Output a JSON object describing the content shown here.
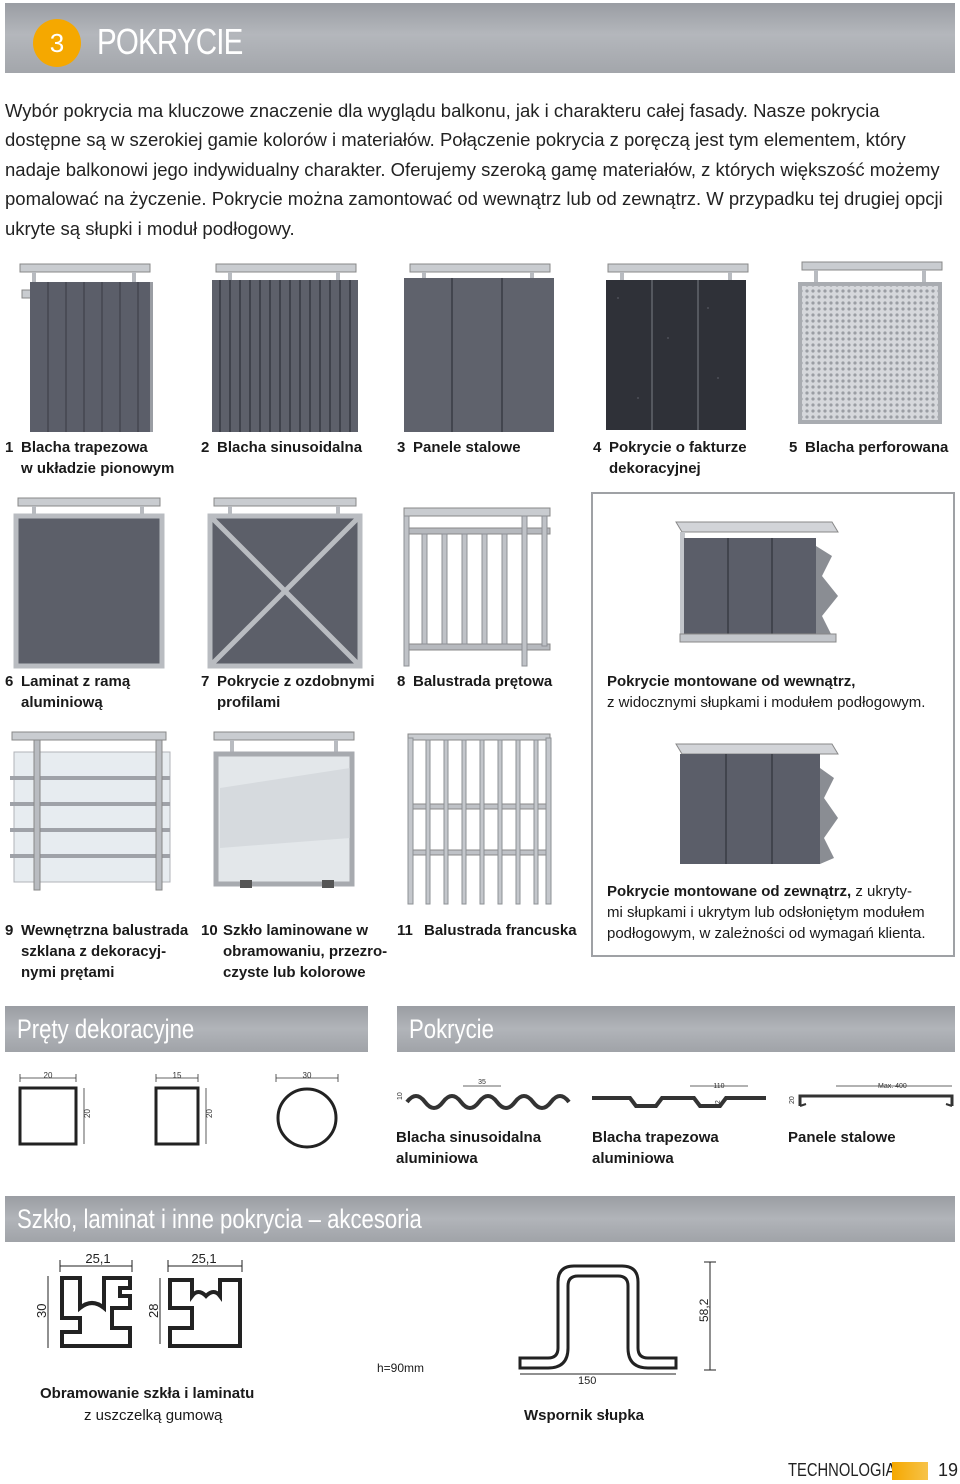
{
  "section": {
    "number": "3",
    "title": "POKRYCIE"
  },
  "intro": "Wybór pokrycia ma kluczowe znaczenie dla wyglądu balkonu, jak i charakteru całej fasady. Nasze pokrycia dostępne są w szerokiej gamie kolorów i materiałów. Połączenie pokrycia z poręczą jest tym elementem, który nadaje balkonowi jego indywidualny charakter. Oferujemy szeroką gamę materiałów, z których większość możemy pomalować na życzenie. Pokrycie można zamontować od wewnątrz lub od zewnątrz. W przypadku tej drugiej opcji ukryte są słupki i moduł podłogowy.",
  "items": [
    {
      "num": "1",
      "line1": "Blacha trapezowa",
      "line2": "w układzie pionowym"
    },
    {
      "num": "2",
      "line1": "Blacha sinusoidalna",
      "line2": ""
    },
    {
      "num": "3",
      "line1": "Panele stalowe",
      "line2": ""
    },
    {
      "num": "4",
      "line1": "Pokrycie o fakturze",
      "line2": "dekoracyjnej"
    },
    {
      "num": "5",
      "line1": "Blacha perforowana",
      "line2": ""
    },
    {
      "num": "6",
      "line1": "Laminat z ramą",
      "line2": "aluminiową"
    },
    {
      "num": "7",
      "line1": "Pokrycie z ozdobnymi",
      "line2": "profilami"
    },
    {
      "num": "8",
      "line1": "Balustrada prętowa",
      "line2": ""
    },
    {
      "num": "9",
      "line1": "Wewnętrzna balustrada",
      "line2": "szklana z dekoracyj-",
      "line3": "nymi prętami"
    },
    {
      "num": "10",
      "line1": "Szkło laminowane w",
      "line2": "obramowaniu, przezro-",
      "line3": "czyste lub kolorowe"
    },
    {
      "num": "11",
      "line1": "Balustrada francuska",
      "line2": ""
    }
  ],
  "mount_inside": {
    "bold": "Pokrycie montowane od wewnątrz,",
    "rest": "z widocznymi słupkami i modułem podłogowym."
  },
  "mount_outside": {
    "bold": "Pokrycie montowane od zewnątrz,",
    "rest1": " z ukryty-",
    "rest2": "mi słupkami i ukrytym lub odsłoniętym modułem",
    "rest3": "podłogowym, w zależności od wymagań klienta."
  },
  "bars": {
    "rods": "Pręty dekoracyjne",
    "cover": "Pokrycie",
    "glass": "Szkło, laminat i inne pokrycia – akcesoria"
  },
  "rod_dims": {
    "sq1_w": "20",
    "sq1_h": "20",
    "sq2_w": "15",
    "sq2_h": "20",
    "round_d": "30"
  },
  "profile_dims": {
    "sin_pitch": "35",
    "sin_h": "10",
    "trap_pitch": "110",
    "trap_h": "12",
    "panel_w": "Max. 400",
    "panel_h": "20"
  },
  "profiles": [
    {
      "line1": "Blacha sinusoidalna",
      "line2": "aluminiowa"
    },
    {
      "line1": "Blacha trapezowa",
      "line2": "aluminiowa"
    },
    {
      "line1": "Panele stalowe",
      "line2": ""
    }
  ],
  "accessories": {
    "frame_w1": "25,1",
    "frame_w2": "25,1",
    "frame_h1": "30",
    "frame_h2": "28",
    "frame_label": "Obramowanie szkła i laminatu",
    "frame_sub": "z uszczelką gumową",
    "hnote": "h=90mm",
    "bracket_w": "150",
    "bracket_h": "58,2",
    "bracket_label": "Wspornik słupka"
  },
  "footer": {
    "label": "TECHNOLOGIA",
    "page": "19"
  },
  "colors": {
    "accent": "#f5a800",
    "bar_grey": "#a8abb0",
    "panel": "#5a5d68"
  }
}
